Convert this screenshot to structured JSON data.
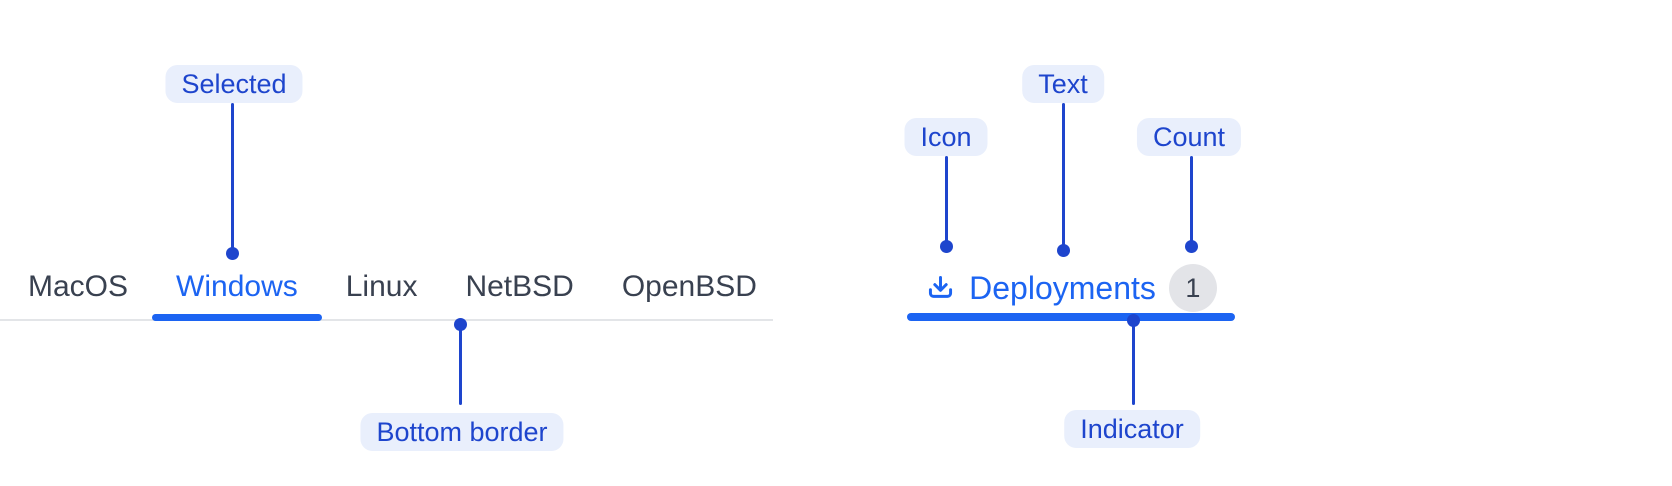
{
  "component": "tabs-anatomy-diagram",
  "left_tabs": {
    "items": [
      {
        "label": "MacOS",
        "selected": false
      },
      {
        "label": "Windows",
        "selected": true
      },
      {
        "label": "Linux",
        "selected": false
      },
      {
        "label": "NetBSD",
        "selected": false
      },
      {
        "label": "OpenBSD",
        "selected": false
      }
    ]
  },
  "right_tab": {
    "icon": "download-icon",
    "label": "Deployments",
    "count": "1",
    "selected": true
  },
  "annotations": {
    "selected": {
      "label": "Selected"
    },
    "bottom_border": {
      "label": "Bottom border"
    },
    "icon": {
      "label": "Icon"
    },
    "text": {
      "label": "Text"
    },
    "count": {
      "label": "Count"
    },
    "indicator": {
      "label": "Indicator"
    }
  },
  "colors": {
    "tab_active_blue": "#1c64f2",
    "tab_inactive_text": "#394150",
    "annotation_blue": "#1e45cd",
    "annotation_pill_bg": "#e9effc",
    "bottom_border_gray": "#e3e5e8",
    "count_badge_bg": "#e3e4e8",
    "count_badge_text": "#394150",
    "background": "#ffffff"
  }
}
